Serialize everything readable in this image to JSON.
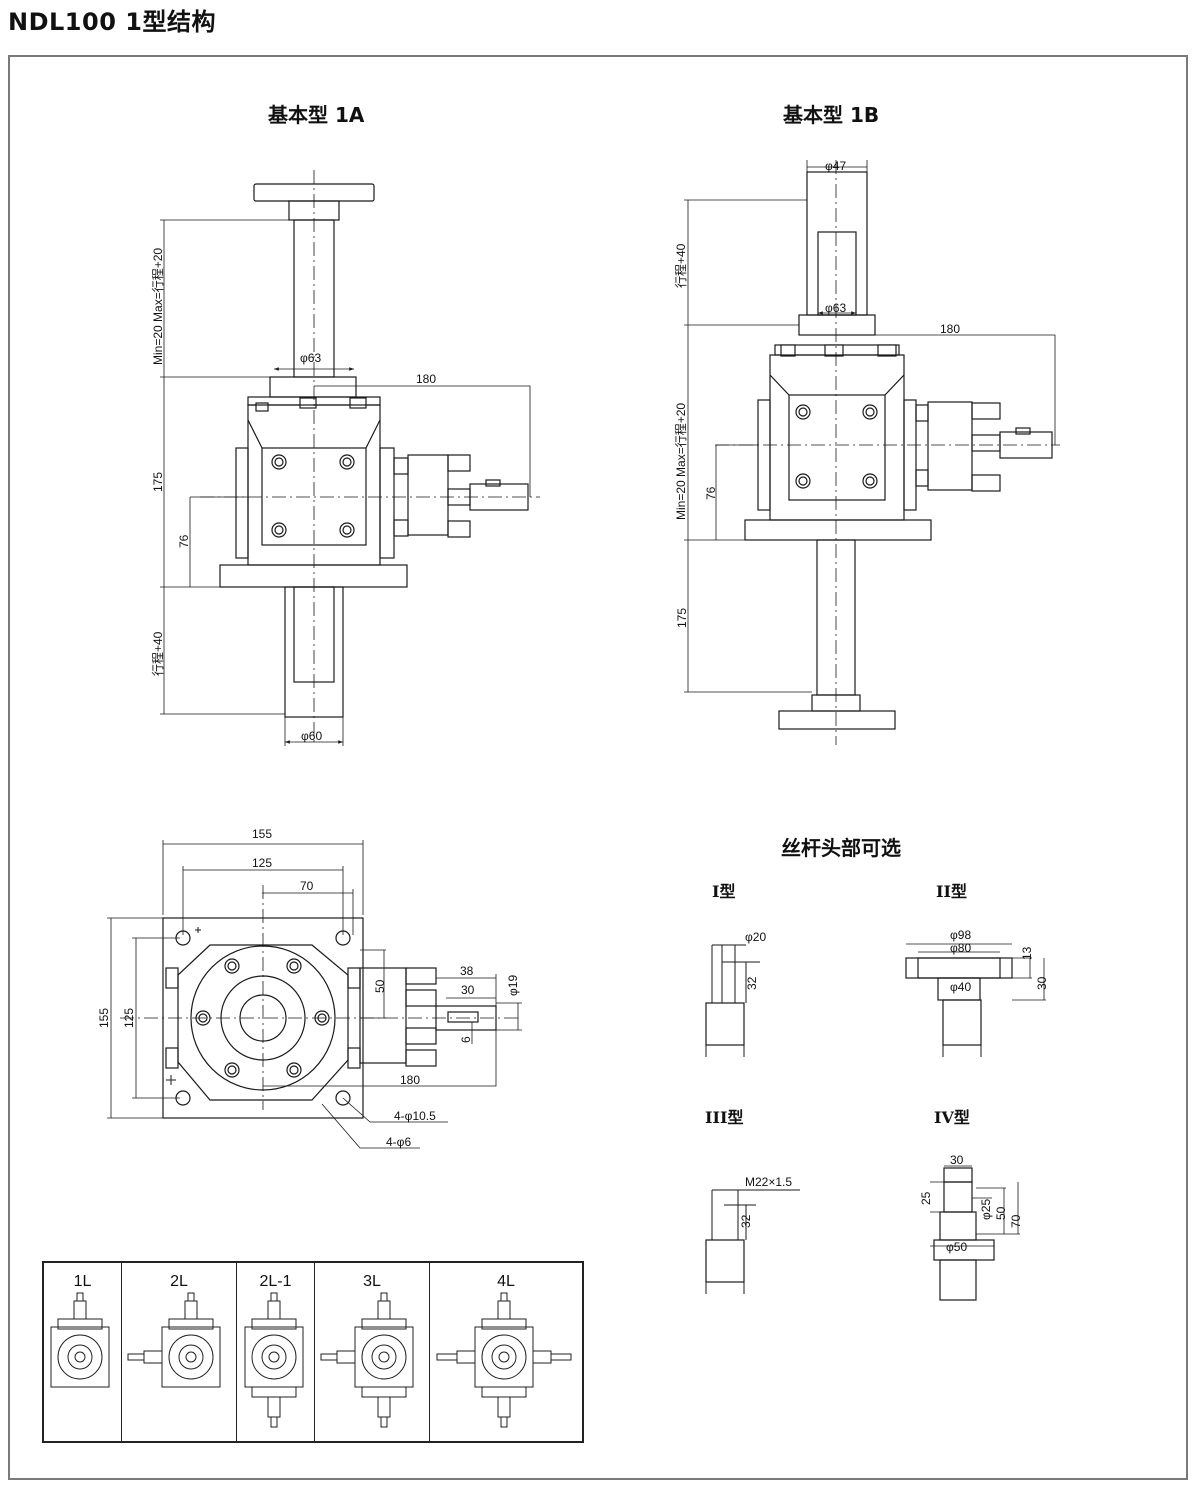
{
  "page_title": "NDL100 1型结构",
  "views": {
    "view_1a": {
      "title": "基本型 1A",
      "dims": {
        "stroke_range": "Min=20 Max=行程+20",
        "d_screw_top": "φ63",
        "width_180": "180",
        "height_175": "175",
        "height_76": "76",
        "travel": "行程+40",
        "d_bottom": "φ60"
      }
    },
    "view_1b": {
      "title": "基本型 1B",
      "dims": {
        "d_top": "φ47",
        "travel": "行程+40",
        "d_screw": "φ63",
        "width_180": "180",
        "stroke_range": "Min=20 Max=行程+20",
        "height_76": "76",
        "height_175": "175"
      }
    },
    "top_view": {
      "dims": {
        "w155": "155",
        "w125": "125",
        "w70": "70",
        "h155": "155",
        "h125": "125",
        "h50": "50",
        "w38": "38",
        "w30": "30",
        "d19": "φ19",
        "k6": "6",
        "w180": "180",
        "holes_large": "4-φ10.5",
        "holes_small": "4-φ6"
      }
    }
  },
  "screw_heads": {
    "title": "丝杆头部可选",
    "types": [
      {
        "label": "I型",
        "dims": [
          "φ20",
          "32"
        ]
      },
      {
        "label": "II型",
        "dims": [
          "φ98",
          "φ80",
          "13",
          "30",
          "φ40"
        ]
      },
      {
        "label": "III型",
        "dims": [
          "M22×1.5",
          "32"
        ]
      },
      {
        "label": "IV型",
        "dims": [
          "30",
          "25",
          "φ25",
          "50",
          "70",
          "φ50"
        ]
      }
    ]
  },
  "configurations": [
    {
      "label": "1L"
    },
    {
      "label": "2L"
    },
    {
      "label": "2L-1"
    },
    {
      "label": "3L"
    },
    {
      "label": "4L"
    }
  ]
}
